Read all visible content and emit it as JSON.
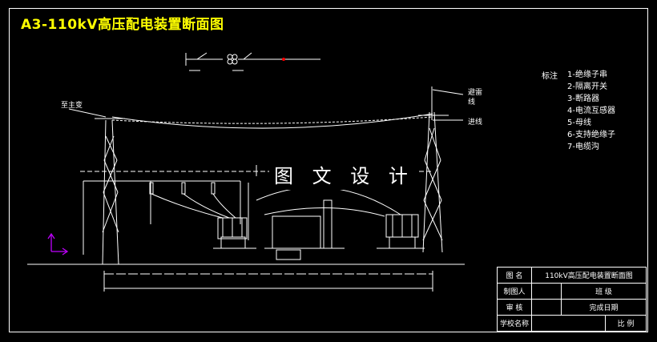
{
  "drawing": {
    "title": "A3-110kV高压配电装置断面图",
    "watermark": "图 文 设 计"
  },
  "labels": {
    "to_main_transformer": "至主变",
    "lightning_wire": "避雷\n线",
    "incoming_line": "进线"
  },
  "legend": {
    "heading": "标注",
    "items": [
      "1-绝缘子串",
      "2-隔离开关",
      "3-断路器",
      "4-电流互感器",
      "5-母线",
      "6-支持绝缘子",
      "7-电缆沟"
    ]
  },
  "title_block": {
    "drawing_name_label": "图 名",
    "drawing_name_value": "110kV高压配电装置断面图",
    "drafter_label": "制图人",
    "class_label": "班 级",
    "reviewer_label": "审 核",
    "completion_date_label": "完成日期",
    "school_name_label": "学校名称",
    "scale_label": "比 例"
  },
  "colors": {
    "title": "#ffff00",
    "axis_indicator": "#c000ff",
    "lines": "#ffffff"
  }
}
